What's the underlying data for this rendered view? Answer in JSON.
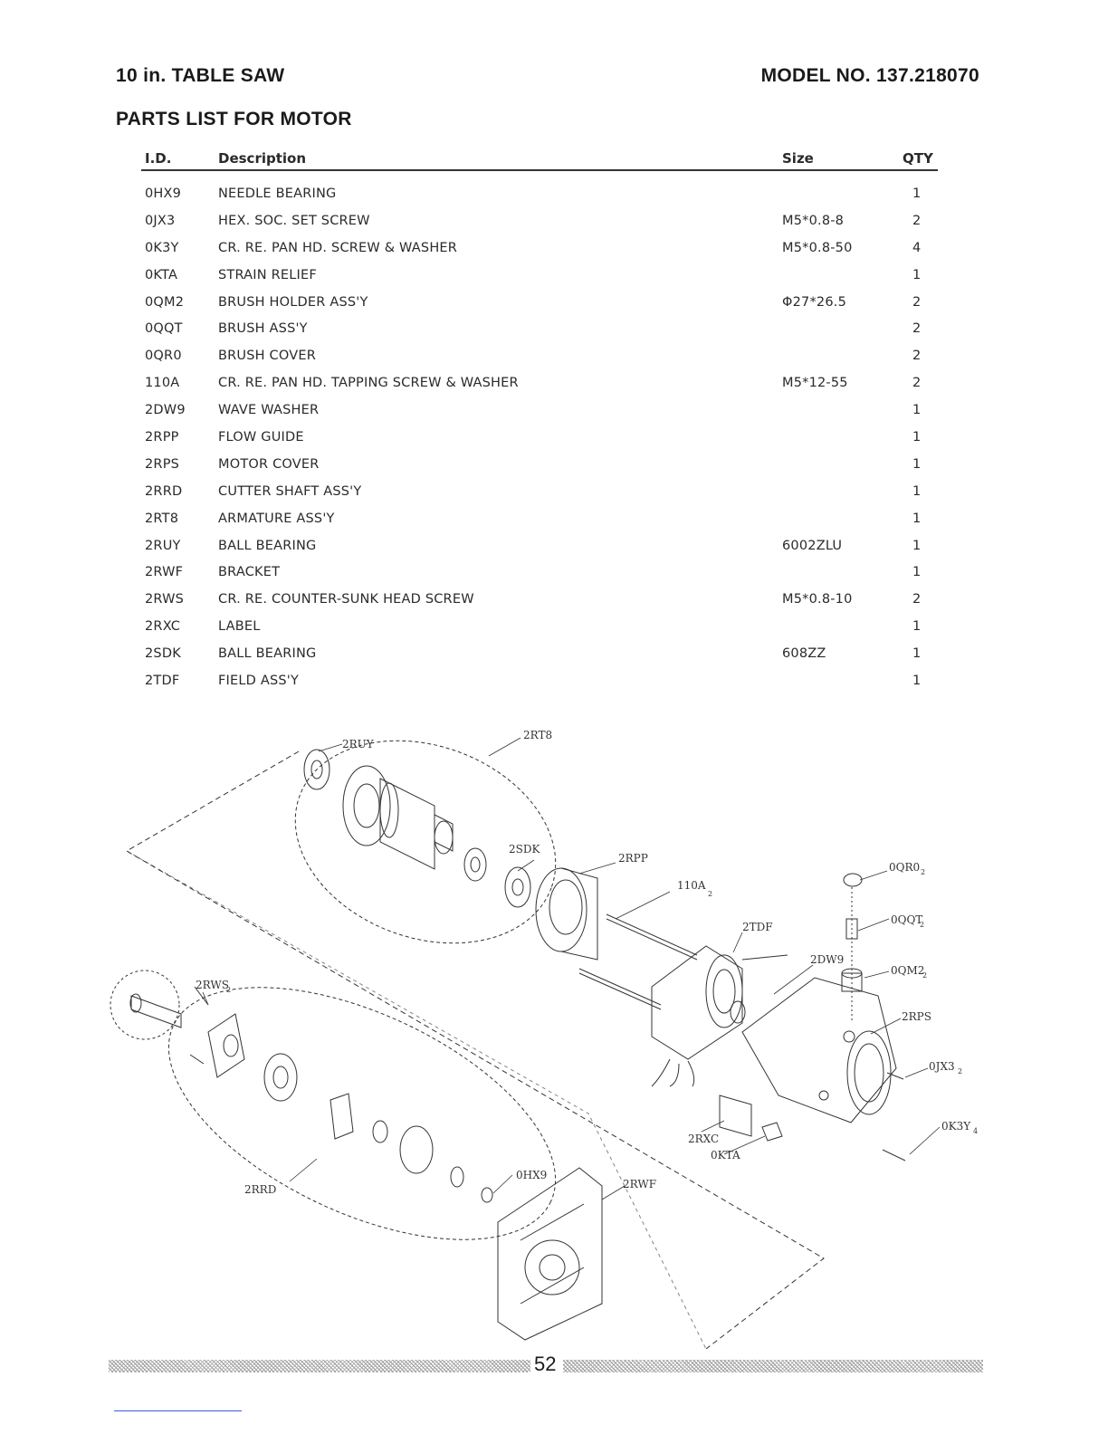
{
  "header": {
    "left": "10 in. TABLE SAW",
    "right": "MODEL NO. 137.218070"
  },
  "section_title": "PARTS LIST FOR MOTOR",
  "table": {
    "columns": {
      "id": "I.D.",
      "description": "Description",
      "size": "Size",
      "qty": "QTY"
    },
    "rows": [
      {
        "id": "0HX9",
        "description": "NEEDLE BEARING",
        "size": "",
        "qty": "1"
      },
      {
        "id": "0JX3",
        "description": "HEX. SOC. SET SCREW",
        "size": "M5*0.8-8",
        "qty": "2"
      },
      {
        "id": "0K3Y",
        "description": "CR. RE. PAN HD. SCREW & WASHER",
        "size": "M5*0.8-50",
        "qty": "4"
      },
      {
        "id": "0KTA",
        "description": "STRAIN RELIEF",
        "size": "",
        "qty": "1"
      },
      {
        "id": "0QM2",
        "description": "BRUSH HOLDER ASS'Y",
        "size": "Φ27*26.5",
        "qty": "2"
      },
      {
        "id": "0QQT",
        "description": "BRUSH ASS'Y",
        "size": "",
        "qty": "2"
      },
      {
        "id": "0QR0",
        "description": "BRUSH COVER",
        "size": "",
        "qty": "2"
      },
      {
        "id": "110A",
        "description": "CR. RE. PAN HD. TAPPING SCREW & WASHER",
        "size": "M5*12-55",
        "qty": "2"
      },
      {
        "id": "2DW9",
        "description": "WAVE WASHER",
        "size": "",
        "qty": "1"
      },
      {
        "id": "2RPP",
        "description": "FLOW GUIDE",
        "size": "",
        "qty": "1"
      },
      {
        "id": "2RPS",
        "description": "MOTOR COVER",
        "size": "",
        "qty": "1"
      },
      {
        "id": "2RRD",
        "description": "CUTTER SHAFT ASS'Y",
        "size": "",
        "qty": "1"
      },
      {
        "id": "2RT8",
        "description": "ARMATURE ASS'Y",
        "size": "",
        "qty": "1"
      },
      {
        "id": "2RUY",
        "description": "BALL BEARING",
        "size": "6002ZLU",
        "qty": "1"
      },
      {
        "id": "2RWF",
        "description": "BRACKET",
        "size": "",
        "qty": "1"
      },
      {
        "id": "2RWS",
        "description": "CR. RE. COUNTER-SUNK HEAD SCREW",
        "size": "M5*0.8-10",
        "qty": "2"
      },
      {
        "id": "2RXC",
        "description": "LABEL",
        "size": "",
        "qty": "1"
      },
      {
        "id": "2SDK",
        "description": "BALL BEARING",
        "size": "608ZZ",
        "qty": "1"
      },
      {
        "id": "2TDF",
        "description": "FIELD ASS'Y",
        "size": "",
        "qty": "1"
      }
    ]
  },
  "diagram": {
    "labels": {
      "l2RUY": "2RUY",
      "l2RT8": "2RT8",
      "l2SDK": "2SDK",
      "l2RPP": "2RPP",
      "l110A": "110A",
      "l110A_sub": "2",
      "l2TDF": "2TDF",
      "l0QR0": "0QR0",
      "l0QR0_sub": "2",
      "l0QQT": "0QQT",
      "l0QQT_sub": "2",
      "l0QM2": "0QM2",
      "l0QM2_sub": "2",
      "l2DW9": "2DW9",
      "l2RPS": "2RPS",
      "l0JX3": "0JX3",
      "l0JX3_sub": "2",
      "l0K3Y": "0K3Y",
      "l0K3Y_sub": "4",
      "l2RWS": "2RWS",
      "l2RWS_sub": "2",
      "l2RXC": "2RXC",
      "l0KTA": "0KTA",
      "l0HX9": "0HX9",
      "l2RWF": "2RWF",
      "l2RRD": "2RRD"
    }
  },
  "footer": {
    "page_number": "52"
  }
}
